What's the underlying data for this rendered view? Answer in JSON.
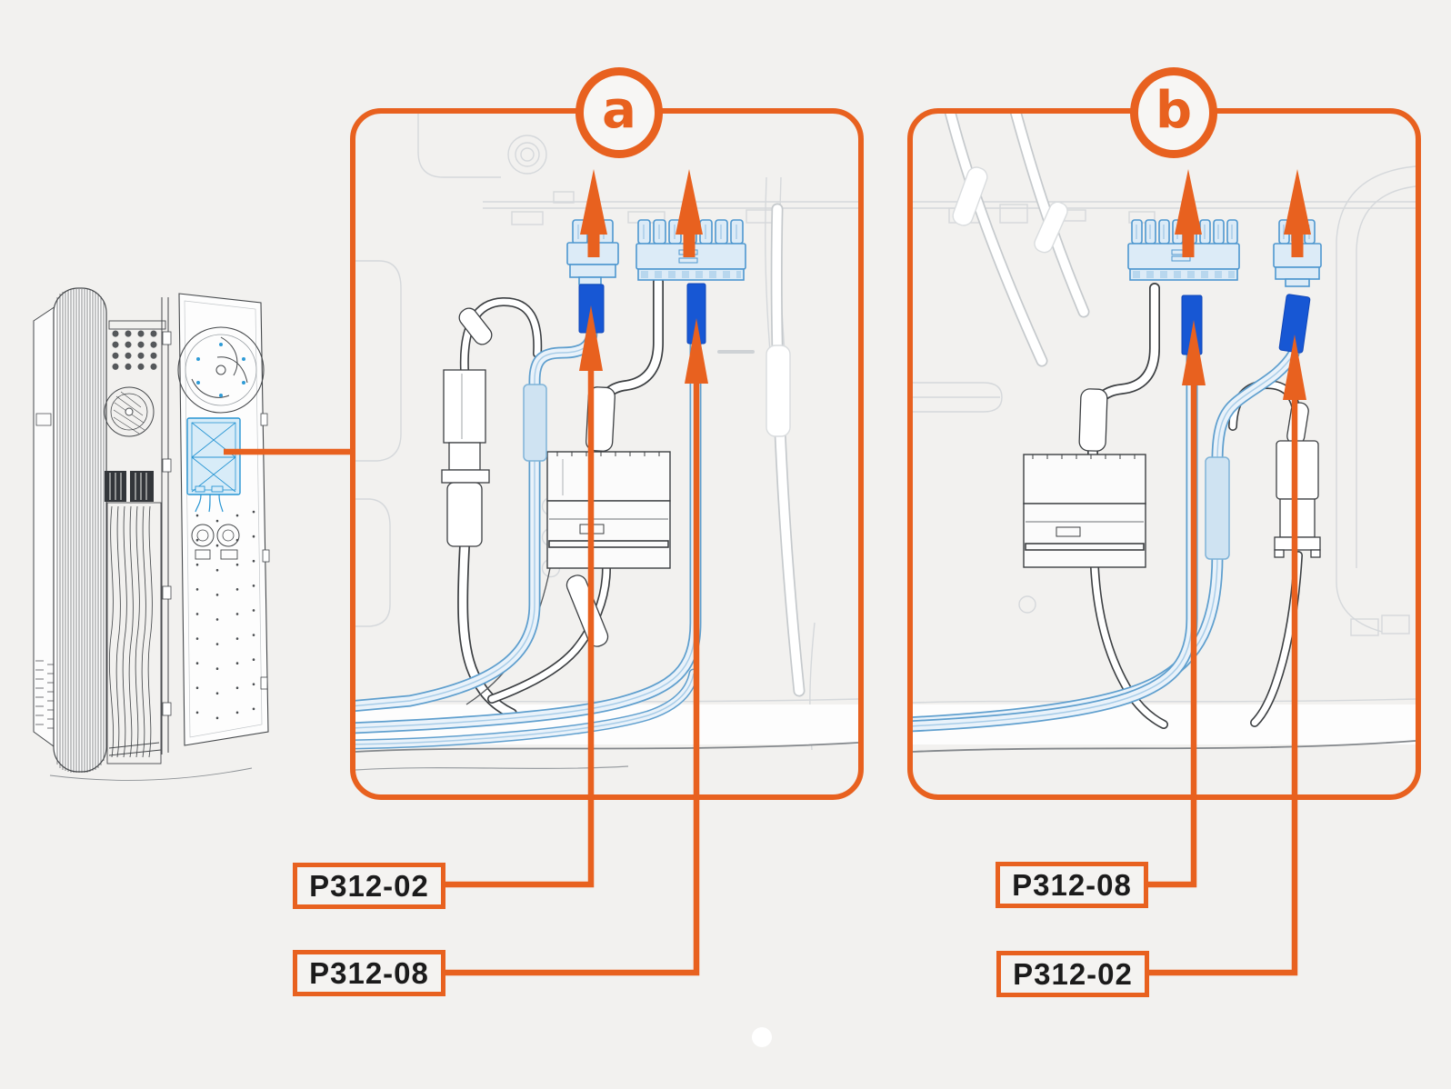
{
  "page": {
    "background_color": "#F2F1EF"
  },
  "colors": {
    "accent_orange": "#E8611F",
    "highlight_blue": "#1757D4",
    "connector_fill": "#DCEBF7",
    "connector_stroke": "#4E97CF",
    "tube_fill": "#E9F2FA",
    "tube_stroke": "#5F9FCE",
    "board_blue": "#2795D3",
    "faint_line_gray": "#D5D8DB",
    "dark_line_gray": "#3C3F42",
    "label_text": "#1B1B1B"
  },
  "panel_a": {
    "badge": "a",
    "labels": [
      {
        "text": "P312-02"
      },
      {
        "text": "P312-08"
      }
    ]
  },
  "panel_b": {
    "badge": "b",
    "labels": [
      {
        "text": "P312-08"
      },
      {
        "text": "P312-02"
      }
    ]
  },
  "icons": {
    "pull_direction": "up-arrow",
    "callout_pointer": "up-arrow"
  }
}
